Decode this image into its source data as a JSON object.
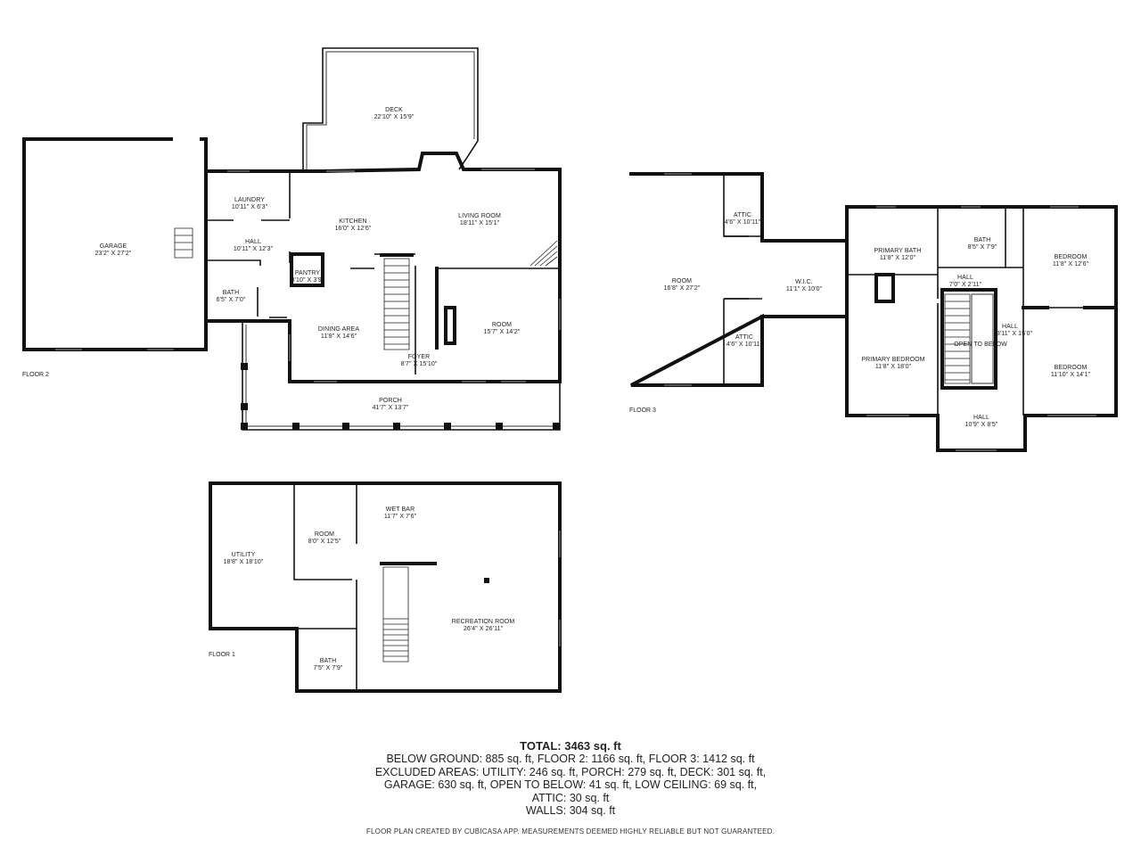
{
  "floors": {
    "floor2": {
      "label": "FLOOR 2",
      "rooms": [
        {
          "id": "deck",
          "name": "DECK",
          "dims": "22'10\" X 15'9\""
        },
        {
          "id": "laundry",
          "name": "LAUNDRY",
          "dims": "10'11\" X 6'3\""
        },
        {
          "id": "kitchen",
          "name": "KITCHEN",
          "dims": "16'0\" X 12'6\""
        },
        {
          "id": "living-room",
          "name": "LIVING ROOM",
          "dims": "18'11\" X 15'1\""
        },
        {
          "id": "garage",
          "name": "GARAGE",
          "dims": "23'2\" X 27'2\""
        },
        {
          "id": "hall",
          "name": "HALL",
          "dims": "10'11\" X 12'3\""
        },
        {
          "id": "pantry",
          "name": "PANTRY",
          "dims": "3'10\" X 3'9\""
        },
        {
          "id": "bath",
          "name": "BATH",
          "dims": "6'5\" X 7'0\""
        },
        {
          "id": "dining-area",
          "name": "DINING AREA",
          "dims": "11'8\" X 14'6\""
        },
        {
          "id": "room",
          "name": "ROOM",
          "dims": "15'7\" X 14'2\""
        },
        {
          "id": "foyer",
          "name": "FOYER",
          "dims": "8'7\" X 15'10\""
        },
        {
          "id": "porch",
          "name": "PORCH",
          "dims": "41'7\" X 13'7\""
        }
      ]
    },
    "floor3": {
      "label": "FLOOR 3",
      "rooms": [
        {
          "id": "attic-top",
          "name": "ATTIC",
          "dims": "4'6\" X 10'11\""
        },
        {
          "id": "room",
          "name": "ROOM",
          "dims": "16'8\" X 27'2\""
        },
        {
          "id": "wic",
          "name": "W.I.C.",
          "dims": "11'1\" X 10'0\""
        },
        {
          "id": "attic-bottom",
          "name": "ATTIC",
          "dims": "4'6\" X 10'11\""
        },
        {
          "id": "primary-bath",
          "name": "PRIMARY BATH",
          "dims": "11'8\" X 12'0\""
        },
        {
          "id": "bath",
          "name": "BATH",
          "dims": "8'5\" X 7'9\""
        },
        {
          "id": "bedroom-1",
          "name": "BEDROOM",
          "dims": "11'8\" X 12'6\""
        },
        {
          "id": "hall-small",
          "name": "HALL",
          "dims": "7'0\" X 2'11\""
        },
        {
          "id": "hall-mid",
          "name": "HALL",
          "dims": "3'11\" X 15'0\""
        },
        {
          "id": "primary-bedroom",
          "name": "PRIMARY BEDROOM",
          "dims": "11'8\" X 18'0\""
        },
        {
          "id": "bedroom-2",
          "name": "BEDROOM",
          "dims": "11'10\" X 14'1\""
        },
        {
          "id": "hall-bottom",
          "name": "HALL",
          "dims": "10'9\" X 8'5\""
        }
      ],
      "open_to_below": "OPEN TO BELOW"
    },
    "floor1": {
      "label": "FLOOR 1",
      "rooms": [
        {
          "id": "wet-bar",
          "name": "WET BAR",
          "dims": "11'7\" X 7'6\""
        },
        {
          "id": "room",
          "name": "ROOM",
          "dims": "8'0\" X 12'5\""
        },
        {
          "id": "utility",
          "name": "UTILITY",
          "dims": "18'8\" X 18'10\""
        },
        {
          "id": "recreation-room",
          "name": "RECREATION ROOM",
          "dims": "26'4\" X 26'11\""
        },
        {
          "id": "bath",
          "name": "BATH",
          "dims": "7'5\" X 7'9\""
        }
      ]
    }
  },
  "summary": {
    "total": "TOTAL: 3463 sq. ft",
    "lines": [
      "BELOW GROUND: 885 sq. ft, FLOOR 2: 1166 sq. ft, FLOOR 3: 1412 sq. ft",
      "EXCLUDED AREAS: UTILITY: 246 sq. ft, PORCH: 279 sq. ft, DECK: 301 sq. ft,",
      "GARAGE: 630 sq. ft, OPEN TO BELOW: 41 sq. ft, LOW CEILING: 69 sq. ft,",
      "ATTIC: 30 sq. ft",
      "WALLS: 304 sq. ft"
    ]
  },
  "disclaimer": "FLOOR PLAN CREATED BY CUBICASA APP. MEASUREMENTS DEEMED HIGHLY RELIABLE BUT NOT GUARANTEED."
}
